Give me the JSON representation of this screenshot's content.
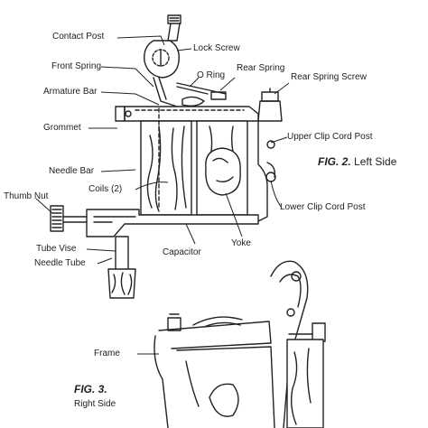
{
  "labels": {
    "contact_post": "Contact Post",
    "lock_screw": "Lock Screw",
    "front_spring": "Front Spring",
    "o_ring": "O Ring",
    "rear_spring": "Rear Spring",
    "rear_spring_screw": "Rear Spring Screw",
    "armature_bar": "Armature Bar",
    "grommet": "Grommet",
    "upper_clip_cord_post": "Upper Clip Cord Post",
    "needle_bar": "Needle Bar",
    "coils": "Coils (2)",
    "thumb_nut": "Thumb Nut",
    "lower_clip_cord_post": "Lower Clip Cord Post",
    "tube_vise": "Tube Vise",
    "needle_tube": "Needle Tube",
    "capacitor": "Capacitor",
    "yoke": "Yoke",
    "frame": "Frame"
  },
  "figures": {
    "fig2_number": "FIG. 2.",
    "fig2_caption": "Left Side",
    "fig3_number": "FIG. 3.",
    "fig3_caption": "Right Side"
  }
}
